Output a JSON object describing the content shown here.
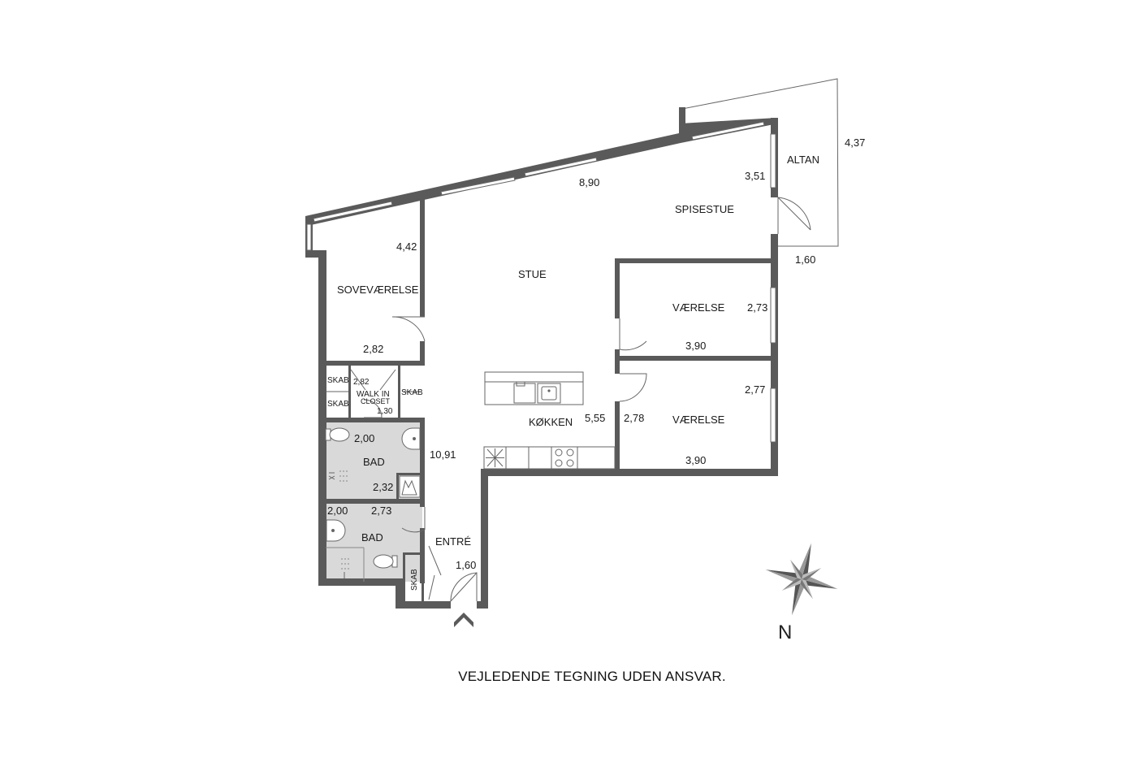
{
  "rooms": {
    "altan": "ALTAN",
    "spisestue": "SPISESTUE",
    "stue": "STUE",
    "sovevaerelse": "SOVEVÆRELSE",
    "vaerelse_1": "VÆRELSE",
    "vaerelse_2": "VÆRELSE",
    "koekken": "KØKKEN",
    "walk_in_1": "WALK IN",
    "walk_in_2": "CLOSET",
    "skab_1": "SKAB",
    "skab_2": "SKAB",
    "skab_3": "SKAB",
    "skab_4": "SKAB",
    "bad_1": "BAD",
    "bad_2": "BAD",
    "entre": "ENTRÉ"
  },
  "dimensions": {
    "altan_length": "4,37",
    "altan_width": "1,60",
    "spisestue_width": "3,51",
    "north_wall": "8,90",
    "sove_length": "4,42",
    "sove_width": "2,82",
    "walkin_width": "2,82",
    "walkin_depth": "1,30",
    "bad1_width": "2,00",
    "bad1_length": "2,32",
    "stue_length": "10,91",
    "vaer1_depth": "2,73",
    "vaer1_width": "3,90",
    "vaer2_depth": "2,77",
    "vaer2_width": "3,90",
    "koekken_length": "5,55",
    "hall_width": "2,78",
    "bad2_width": "2,00",
    "bad2_length": "2,73",
    "entre_width": "1,60"
  },
  "compass": {
    "label": "N"
  },
  "footer": {
    "disclaimer": "VEJLEDENDE TEGNING UDEN ANSVAR."
  }
}
